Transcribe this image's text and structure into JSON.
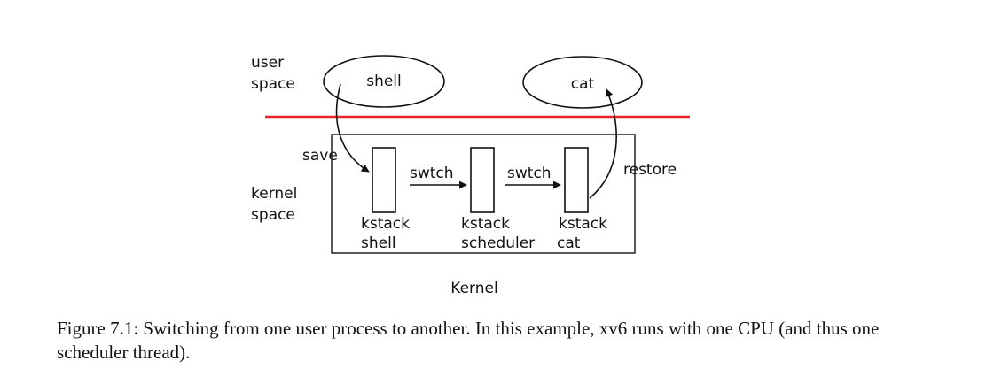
{
  "diagram": {
    "regions": {
      "user_space": [
        "user",
        "space"
      ],
      "kernel_space": [
        "kernel",
        "space"
      ],
      "kernel_box_label": "Kernel"
    },
    "processes": [
      {
        "name": "shell"
      },
      {
        "name": "cat"
      }
    ],
    "kernel_stacks": [
      {
        "line1": "kstack",
        "line2": "shell"
      },
      {
        "line1": "kstack",
        "line2": "scheduler"
      },
      {
        "line1": "kstack",
        "line2": "cat"
      }
    ],
    "arrows": {
      "save": "save",
      "switch_1": "swtch",
      "switch_2": "swtch",
      "restore": "restore"
    },
    "colors": {
      "boundary_line": "#e8232b",
      "stroke": "#111111"
    }
  },
  "caption": {
    "text": "Figure 7.1: Switching from one user process to another. In this example, xv6 runs with one CPU (and thus one scheduler thread)."
  }
}
